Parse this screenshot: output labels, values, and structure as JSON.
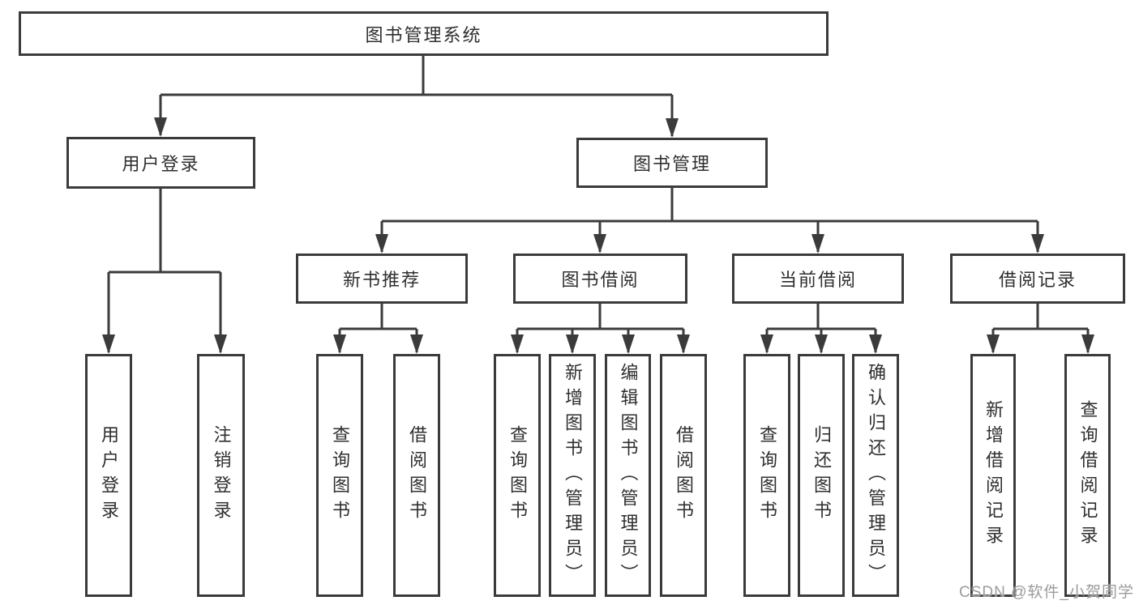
{
  "nodes": {
    "root": "图书管理系统",
    "user_login": "用户登录",
    "book_mgmt": "图书管理",
    "new_book_rec": "新书推荐",
    "book_borrow": "图书借阅",
    "current_borrow": "当前借阅",
    "borrow_records": "借阅记录",
    "leaf_user_login": "用户登录",
    "leaf_logout": "注销登录",
    "leaf_recommend_query": "查询图书",
    "leaf_recommend_borrow": "借阅图书",
    "leaf_borrow_query": "查询图书",
    "leaf_borrow_add": "新增图书（管理员）",
    "leaf_borrow_edit": "编辑图书（管理员）",
    "leaf_borrow_take": "借阅图书",
    "leaf_current_query": "查询图书",
    "leaf_current_return": "归还图书",
    "leaf_current_confirm": "确认归还（管理员）",
    "leaf_records_add": "新增借阅记录",
    "leaf_records_query": "查询借阅记录"
  },
  "watermark": "CSDN @软件_小贺同学",
  "colors": {
    "line": "#3b3b3b",
    "text": "#2f2f2f",
    "watermark": "#9b9b9b",
    "background": "#ffffff"
  }
}
